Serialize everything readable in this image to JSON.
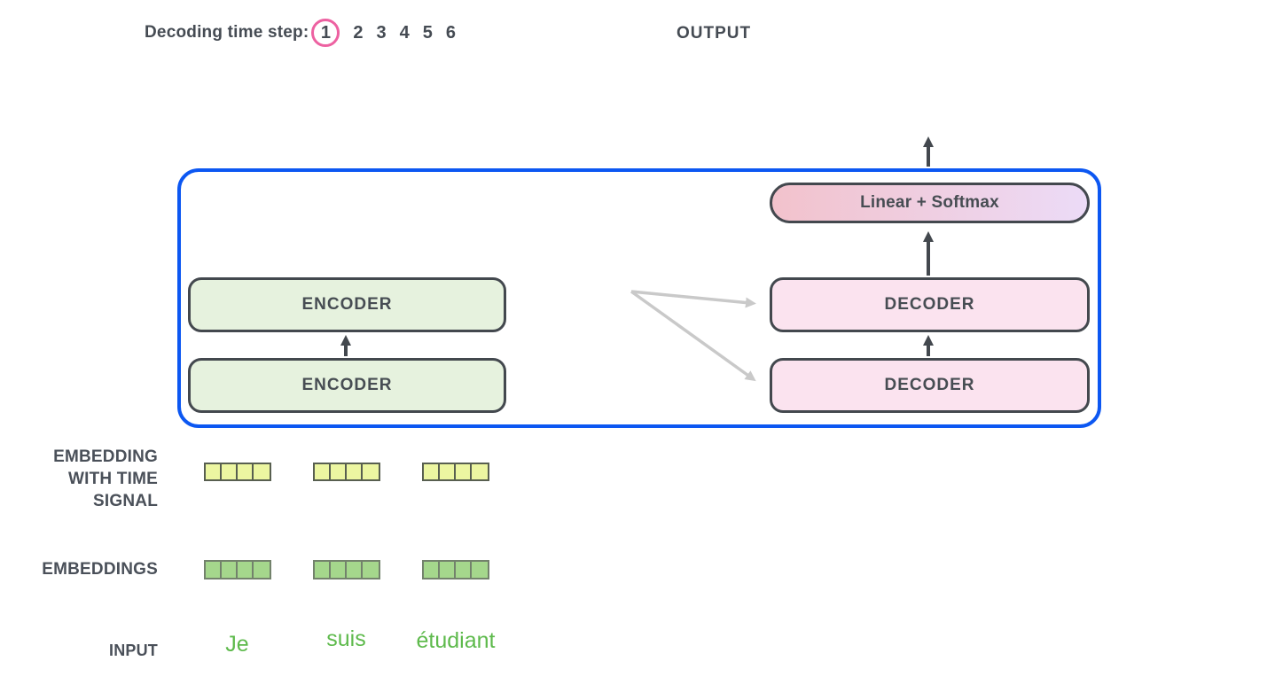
{
  "header": {
    "decoding_label": "Decoding time step:",
    "steps": [
      "1",
      "2",
      "3",
      "4",
      "5",
      "6"
    ],
    "selected_step": "1",
    "output_label": "OUTPUT"
  },
  "diagram": {
    "encoder_top": "ENCODER",
    "encoder_bottom": "ENCODER",
    "decoder_top": "DECODER",
    "decoder_bottom": "DECODER",
    "linear_softmax": "Linear + Softmax"
  },
  "left_labels": {
    "embedding_time_line1": "EMBEDDING",
    "embedding_time_line2": "WITH TIME",
    "embedding_time_line3": "SIGNAL",
    "embeddings": "EMBEDDINGS",
    "input": "INPUT"
  },
  "input_tokens": [
    "Je",
    "suis",
    "étudiant"
  ],
  "embeddings": {
    "tokens": 3,
    "cells_per_vector": 4
  },
  "colors": {
    "accent_blue": "#0c57f2",
    "step_circle_pink": "#ed61a1",
    "encoder_fill": "#e6f2de",
    "decoder_fill": "#fbe3ef",
    "linear_gradient_left": "#f2c2cc",
    "linear_gradient_right": "#ecdbf7",
    "time_signal_cell": "#ecf6a1",
    "embedding_cell": "#a5d78c",
    "input_text_green": "#5eba4c",
    "outline_dark": "#43484e",
    "arrow_gray": "#c9c9c9"
  }
}
